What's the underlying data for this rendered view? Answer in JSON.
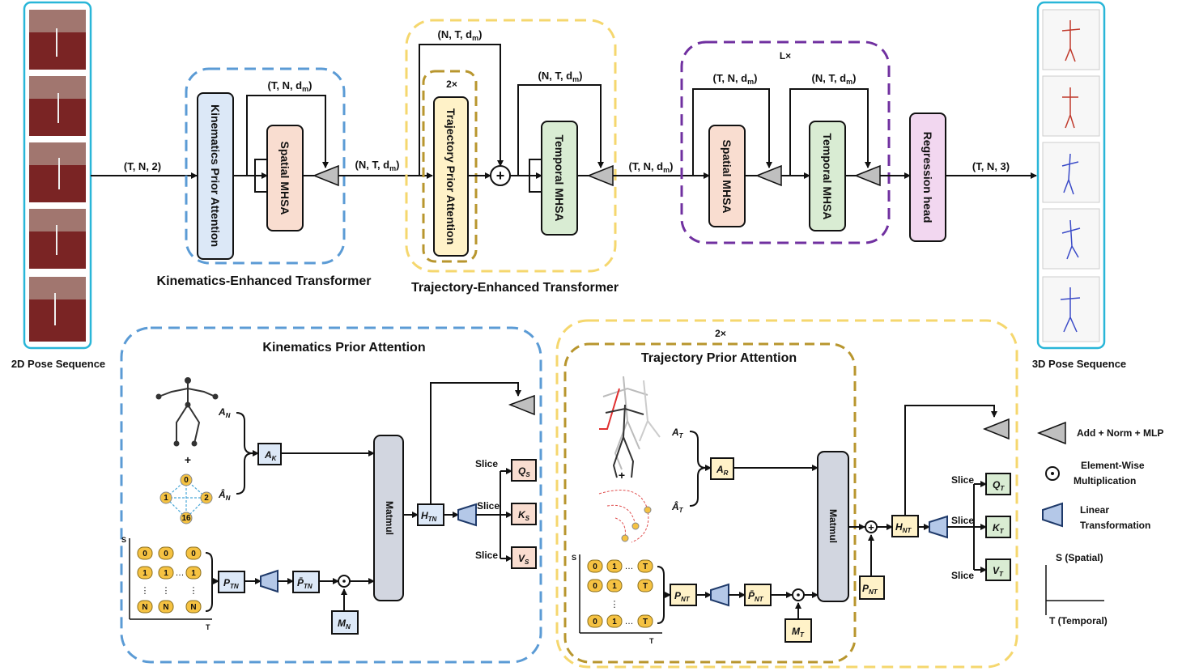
{
  "input": {
    "caption": "2D Pose Sequence"
  },
  "output": {
    "caption": "3D Pose Sequence"
  },
  "dims": {
    "tn2": "(T, N, 2)",
    "ntdm": "(N, T, d",
    "tndm": "(T, N, d",
    "tn3": "(T, N, 3)",
    "sub_m": "m"
  },
  "repeat": {
    "x2": "2×",
    "lx": "L×"
  },
  "modules": {
    "kpa": "Kinematics Prior Attention",
    "spatial": "Spatial MHSA",
    "tpa": "Trajectory Prior Attention",
    "temporal": "Temporal MHSA",
    "regression": "Regression head",
    "matmul": "Matmul"
  },
  "blocks": {
    "ket": "Kinematics-Enhanced Transformer",
    "tet": "Trajectory-Enhanced Transformer",
    "kpa_title": "Kinematics Prior Attention",
    "tpa_title": "Trajectory Prior Attention",
    "tpa_repeat": "2×"
  },
  "symbols": {
    "AN": "A",
    "AN_sub": "N",
    "AK": "A",
    "AK_sub": "K",
    "AT": "A",
    "AT_sub": "T",
    "AR": "A",
    "AR_sub": "R",
    "PTN": "P",
    "PTN_sub": "TN",
    "PNT": "P",
    "PNT_sub": "NT",
    "MN": "M",
    "MN_sub": "N",
    "MT": "M",
    "MT_sub": "T",
    "HTN": "H",
    "HTN_sub": "TN",
    "HNT": "H",
    "HNT_sub": "NT",
    "QS": "Q",
    "QS_sub": "S",
    "KS": "K",
    "KS_sub": "S",
    "VS": "V",
    "VS_sub": "S",
    "QT": "Q",
    "QT_sub": "T",
    "KT": "K",
    "KT_sub": "T",
    "VT": "V",
    "VT_sub": "T",
    "slice": "Slice",
    "plus": "+",
    "dots": "⋮",
    "hdots": "…",
    "axis_s": "S",
    "axis_t": "T"
  },
  "pills": {
    "kpa_rows": [
      [
        "0",
        "0",
        "0"
      ],
      [
        "1",
        "1",
        "1"
      ],
      [
        "N",
        "N",
        "N"
      ]
    ],
    "tpa_rows": [
      [
        "0",
        "1",
        "T"
      ],
      [
        "0",
        "1",
        "T"
      ],
      [
        "0",
        "1",
        "T"
      ]
    ],
    "graph": [
      "0",
      "1",
      "2",
      "16"
    ]
  },
  "legend": {
    "add_norm": "Add + Norm + MLP",
    "elementwise": "Element-Wise",
    "multiplication": "Multiplication",
    "linear": "Linear",
    "transformation": "Transformation",
    "s_axis": "S (Spatial)",
    "t_axis": "T (Temporal)"
  },
  "colors": {
    "blue_dash": "#5b9bd5",
    "yellow_dash": "#f5d76e",
    "olive_dash": "#b8962e",
    "purple_dash": "#7030a0",
    "cyan_frame": "#29b6d8",
    "kpa_fill": "#dce8f7",
    "spatial_fill": "#f9ddd0",
    "tpa_fill": "#fff2c8",
    "temporal_fill": "#d9ecd3",
    "regression_fill": "#f2d7f0",
    "matmul_fill": "#d2d6e0",
    "pill_fill": "#f5c242"
  }
}
